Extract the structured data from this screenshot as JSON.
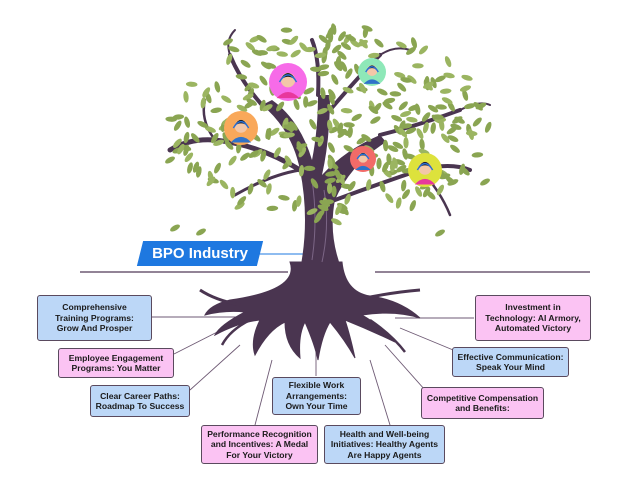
{
  "title": "BPO Industry",
  "colors": {
    "banner": "#1e78e0",
    "trunk": "#4a3550",
    "leaf": "#8aa552",
    "box_blue": "#bcd7f7",
    "box_pink": "#fbc3f3"
  },
  "avatars": [
    {
      "name": "agent-pink",
      "bg": "#f76be8"
    },
    {
      "name": "agent-green",
      "bg": "#8ee8b8"
    },
    {
      "name": "agent-orange",
      "bg": "#f9a85a"
    },
    {
      "name": "agent-red",
      "bg": "#f26b68"
    },
    {
      "name": "agent-yellow",
      "bg": "#dde23c"
    }
  ],
  "boxes": [
    {
      "id": "training",
      "label": "Comprehensive\nTraining Programs:\nGrow And Prosper",
      "color": "blue"
    },
    {
      "id": "engagement",
      "label": "Employee Engagement\nPrograms: You Matter",
      "color": "pink"
    },
    {
      "id": "career",
      "label": "Clear Career Paths:\nRoadmap To Success",
      "color": "blue"
    },
    {
      "id": "recognition",
      "label": "Performance Recognition\nand Incentives: A Medal\nFor Your Victory",
      "color": "pink"
    },
    {
      "id": "flexible",
      "label": "Flexible Work\nArrangements:\nOwn Your Time",
      "color": "blue"
    },
    {
      "id": "health",
      "label": "Health and Well-being\nInitiatives: Healthy Agents\nAre Happy Agents",
      "color": "blue"
    },
    {
      "id": "compensation",
      "label": "Competitive Compensation\nand Benefits:",
      "color": "pink"
    },
    {
      "id": "communication",
      "label": "Effective Communication:\nSpeak Your Mind",
      "color": "blue"
    },
    {
      "id": "technology",
      "label": "Investment in\nTechnology: AI Armory,\nAutomated Victory",
      "color": "pink"
    }
  ]
}
